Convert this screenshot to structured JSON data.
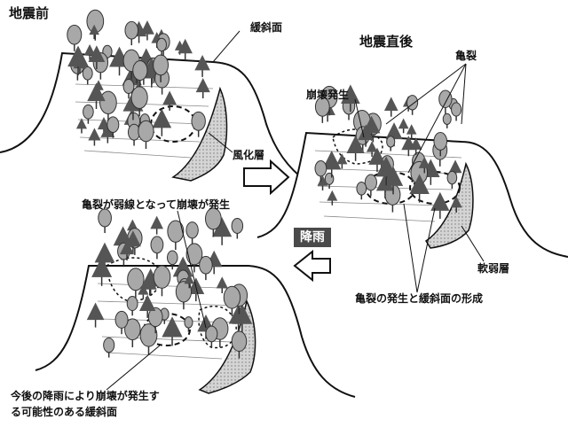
{
  "panels": {
    "before": {
      "title": "地震前"
    },
    "after": {
      "title": "地震直後"
    },
    "rain": {
      "title": "降雨"
    }
  },
  "labels": {
    "gentle_slope": "緩斜面",
    "weathered_layer": "風化層",
    "collapse": "崩壊発生",
    "crack": "亀裂",
    "weak_layer": "軟弱層",
    "crack_weakline": "亀裂が弱線となって崩壊が発生",
    "crack_formation": "亀裂の発生と緩斜面の形成",
    "future_collapse_line1": "今後の降雨により崩壊が発生す",
    "future_collapse_line2": "る可能性のある緩斜面"
  },
  "colors": {
    "tree_dark": "#555555",
    "tree_light": "#a8a8a8",
    "layer_fill": "#d4d4d4",
    "ink": "#111111"
  }
}
